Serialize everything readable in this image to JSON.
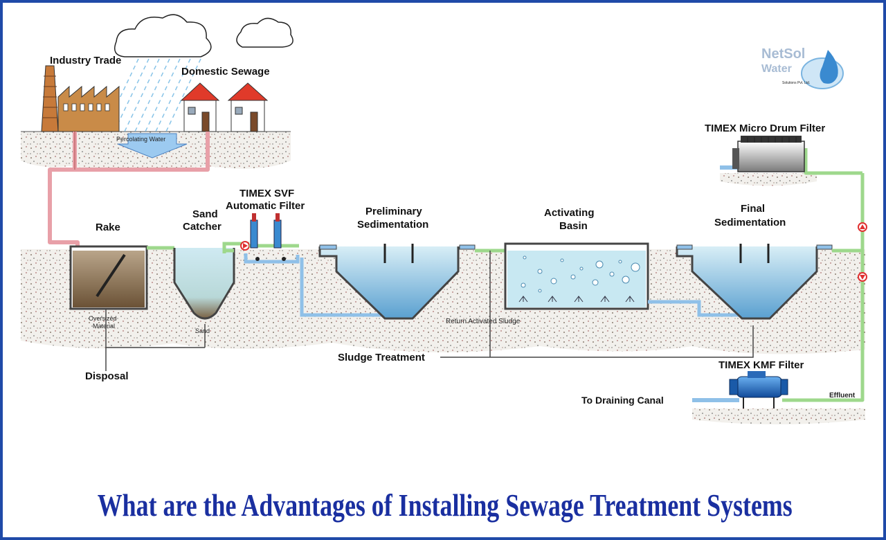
{
  "diagram": {
    "labels": {
      "industry": "Industry Trade",
      "domestic": "Domestic Sewage",
      "percolating": "Percolating Water",
      "rake": "Rake",
      "sand_catcher_1": "Sand",
      "sand_catcher_2": "Catcher",
      "svf_1": "TIMEX SVF",
      "svf_2": "Automatic Filter",
      "prelim_1": "Preliminary",
      "prelim_2": "Sedimentation",
      "activating_1": "Activating",
      "activating_2": "Basin",
      "final_1": "Final",
      "final_2": "Sedimentation",
      "micro_drum": "TIMEX Micro Drum Filter",
      "oversized_1": "Oversized",
      "oversized_2": "Material",
      "sand": "Sand",
      "disposal": "Disposal",
      "return_sludge": "Return Activated Sludge",
      "sludge_treatment": "Sludge Treatment",
      "kmf": "TIMEX KMF Filter",
      "draining": "To Draining Canal",
      "effluent": "Effluent"
    },
    "logo": {
      "line1": "NetSol",
      "line2": "Water",
      "sub": "Solutions Pvt. Ltd."
    }
  },
  "page": {
    "title": "What are the Advantages of Installing Sewage Treatment Systems"
  },
  "colors": {
    "frame": "#1f4aa8",
    "title": "#1a2fa0",
    "sewage_pipe": "#e8a0a8",
    "water_pipe": "#8fc0e8",
    "clean_pipe": "#9ed88c",
    "tank_water": "#a8d8e8",
    "pump": "#e03030"
  }
}
